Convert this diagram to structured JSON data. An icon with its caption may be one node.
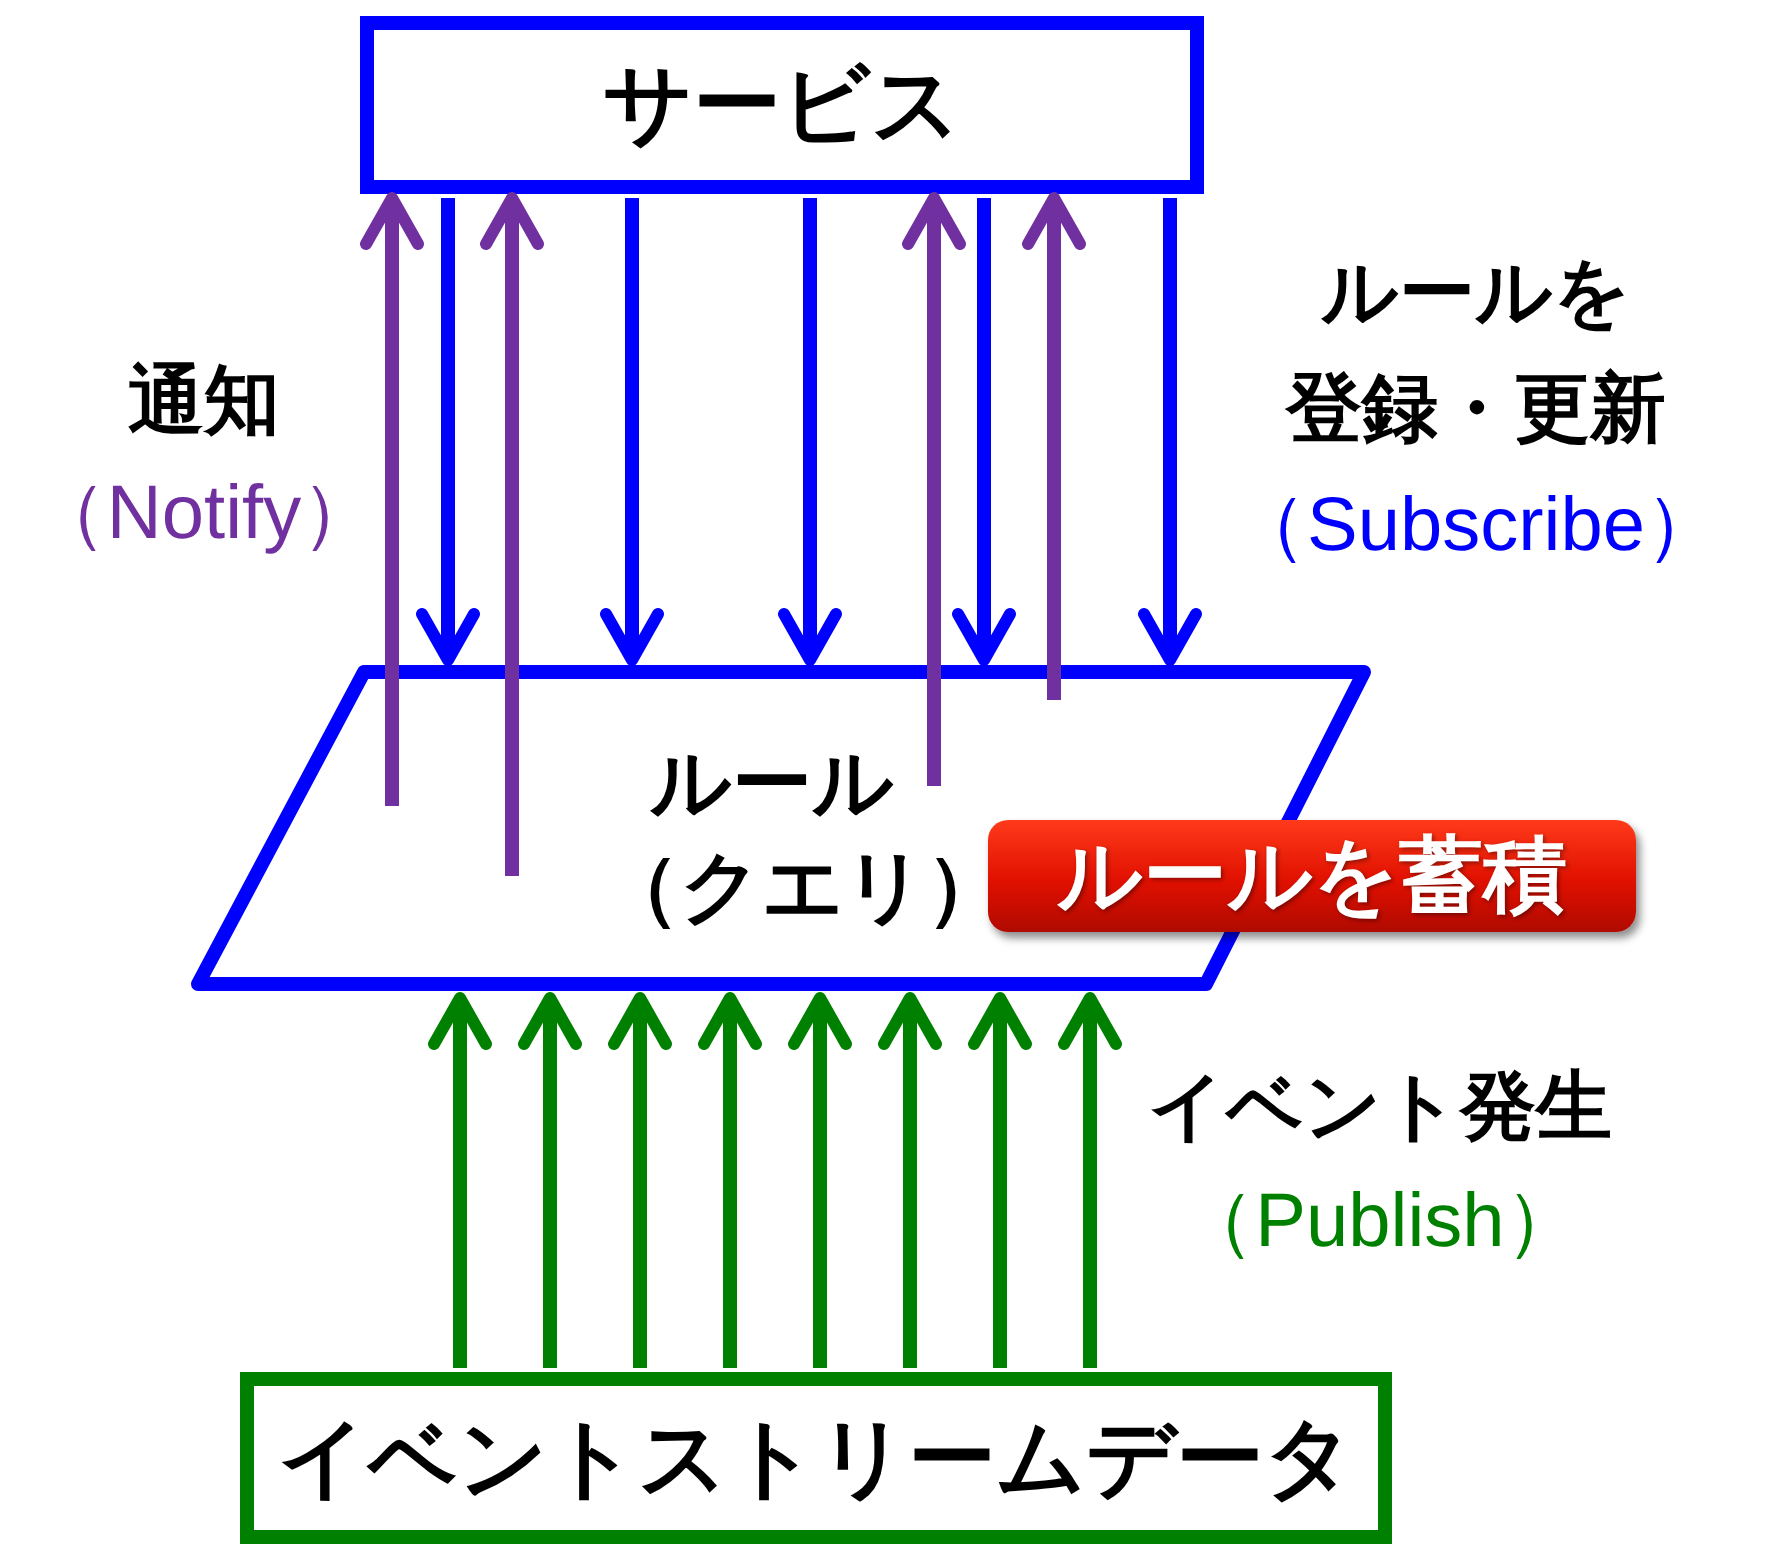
{
  "diagram": {
    "nodes": [
      {
        "text": [
          "サービス"
        ]
      },
      {
        "text": [
          "ルール",
          "（クエリ）"
        ]
      },
      {
        "text": [
          "ルールを蓄積"
        ]
      },
      {
        "text": [
          "イベントストリームデータ"
        ]
      }
    ],
    "edges": [
      {
        "from": 1,
        "to": 0,
        "arrow": "to",
        "color": "#7030a0"
      },
      {
        "from": 1,
        "to": 0,
        "arrow": "to",
        "color": "#7030a0"
      },
      {
        "from": 1,
        "to": 0,
        "arrow": "to",
        "color": "#7030a0"
      },
      {
        "from": 1,
        "to": 0,
        "arrow": "to",
        "color": "#7030a0"
      },
      {
        "from": 0,
        "to": 1,
        "arrow": "to",
        "color": "#0000ff"
      },
      {
        "from": 0,
        "to": 1,
        "arrow": "to",
        "color": "#0000ff"
      },
      {
        "from": 0,
        "to": 1,
        "arrow": "to",
        "color": "#0000ff"
      },
      {
        "from": 0,
        "to": 1,
        "arrow": "to",
        "color": "#0000ff"
      },
      {
        "from": 0,
        "to": 1,
        "arrow": "to",
        "color": "#0000ff"
      },
      {
        "from": 3,
        "to": 1,
        "arrow": "to"
      },
      {
        "from": 3,
        "to": 1,
        "arrow": "to"
      },
      {
        "from": 3,
        "to": 1,
        "arrow": "to"
      },
      {
        "from": 3,
        "to": 1,
        "arrow": "to"
      },
      {
        "from": 3,
        "to": 1,
        "arrow": "to"
      },
      {
        "from": 3,
        "to": 1,
        "arrow": "to"
      },
      {
        "from": 3,
        "to": 1,
        "arrow": "to"
      },
      {
        "from": 3,
        "to": 1,
        "arrow": "to"
      }
    ],
    "labels": [
      "通知",
      "（Notify）",
      "ルールを",
      "登録・更新",
      "（Subscribe）",
      "イベント発生",
      "（Publish）"
    ]
  }
}
